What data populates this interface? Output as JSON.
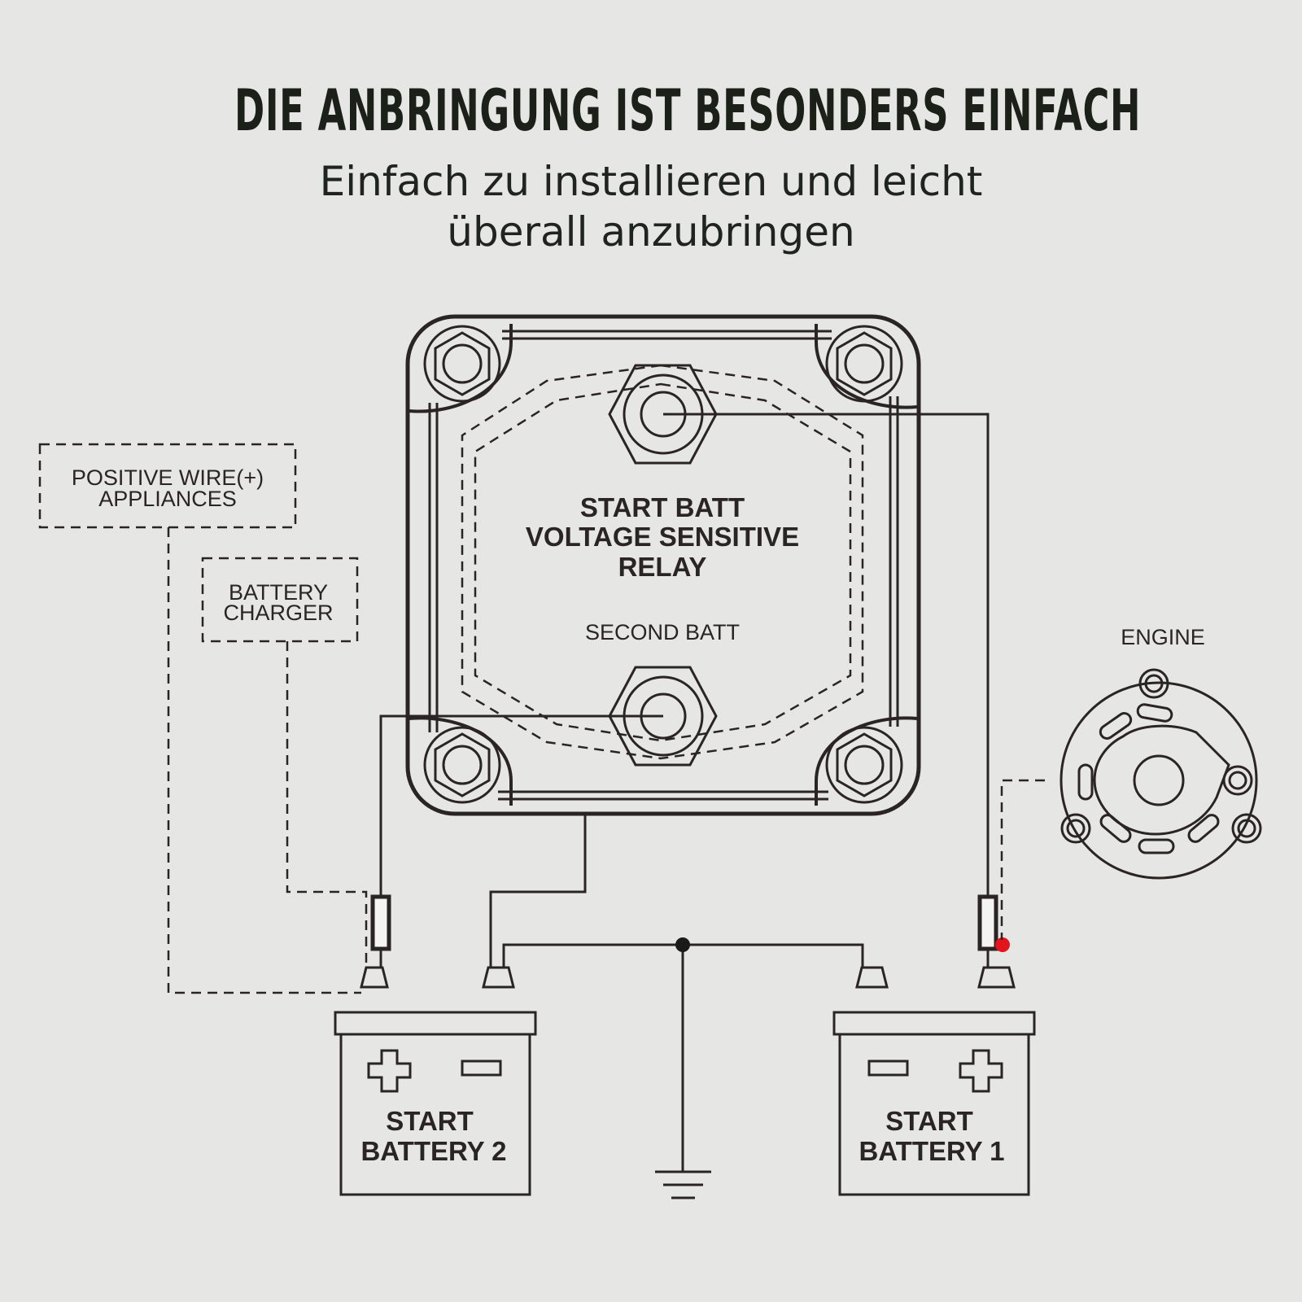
{
  "header": {
    "title": "DIE ANBRINGUNG IST BESONDERS EINFACH",
    "subtitle_line1": "Einfach zu installieren und leicht",
    "subtitle_line2": "überall anzubringen"
  },
  "relay": {
    "label_line1": "START BATT",
    "label_line2": "VOLTAGE SENSITIVE",
    "label_line3": "RELAY",
    "bottom_terminal_label": "SECOND BATT"
  },
  "external": {
    "appliances_line1": "POSITIVE WIRE(+)",
    "appliances_line2": "APPLIANCES",
    "charger_line1": "BATTERY",
    "charger_line2": "CHARGER",
    "engine_label": "ENGINE"
  },
  "batteries": {
    "left_line1": "START",
    "left_line2": "BATTERY 2",
    "right_line1": "START",
    "right_line2": "BATTERY 1"
  },
  "annotations": {
    "question_mark": "?"
  },
  "colors": {
    "background": "#e6e6e5",
    "line": "#2a2523",
    "accent_dot": "#e3141c"
  }
}
